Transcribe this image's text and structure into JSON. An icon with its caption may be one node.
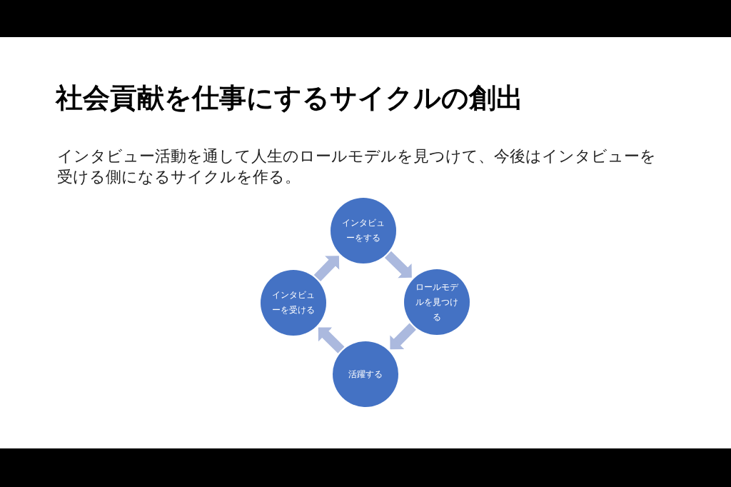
{
  "diagram": {
    "title": "社会貢献を仕事にするサイクルの創出",
    "nodes": [
      {
        "text": [
          "インタビューをする"
        ]
      },
      {
        "text": [
          "ロールモデルを見つける"
        ]
      },
      {
        "text": [
          "活躍する"
        ]
      },
      {
        "text": [
          "インタビューを受ける"
        ]
      }
    ],
    "edges": [
      {
        "from": 0,
        "to": 1,
        "arrow": "to"
      },
      {
        "from": 1,
        "to": 2,
        "arrow": "to"
      },
      {
        "from": 2,
        "to": 3,
        "arrow": "to"
      },
      {
        "from": 3,
        "to": 0,
        "arrow": "to"
      }
    ],
    "labels": [
      "インタビュー活動を通して人生のロールモデルを見つけて、今後はインタビューを受ける側になるサイクルを作る。"
    ]
  }
}
